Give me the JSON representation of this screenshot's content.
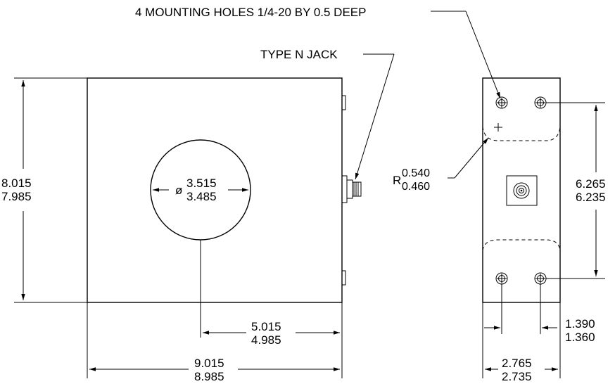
{
  "labels": {
    "mounting_holes": "4 MOUNTING HOLES 1/4-20 BY 0.5 DEEP",
    "connector": "TYPE N JACK",
    "radius_prefix": "R",
    "diameter_symbol": "ø"
  },
  "dimensions": {
    "front_height": {
      "max": "8.015",
      "min": "7.985"
    },
    "hole_diameter": {
      "max": "3.515",
      "min": "3.485"
    },
    "hole_offset": {
      "max": "5.015",
      "min": "4.985"
    },
    "front_width": {
      "max": "9.015",
      "min": "8.985"
    },
    "corner_radius": {
      "max": "0.540",
      "min": "0.460"
    },
    "hole_spacing_vertical": {
      "max": "6.265",
      "min": "6.235"
    },
    "hole_edge_offset": {
      "max": "1.390",
      "min": "1.360"
    },
    "side_width": {
      "max": "2.765",
      "min": "2.735"
    }
  }
}
